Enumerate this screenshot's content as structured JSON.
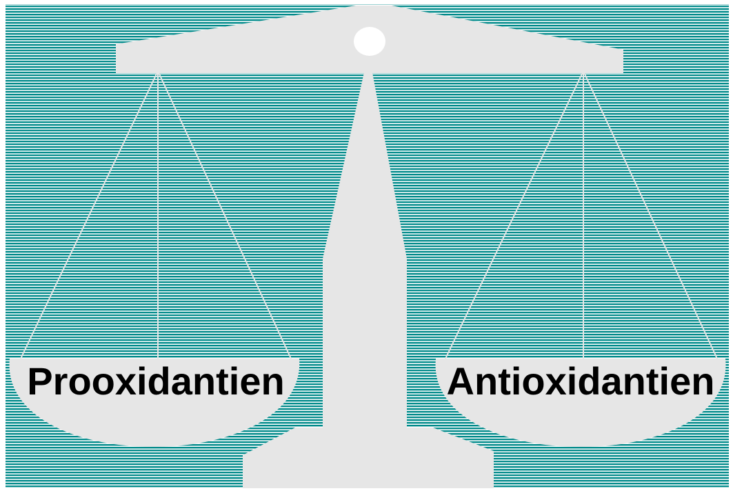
{
  "colors": {
    "background": "#ffffff",
    "stripe": "#008a8a",
    "scale": "#e6e6e6",
    "pivot": "#ffffff",
    "label": "#000000"
  },
  "scale": {
    "left_pan_label": "Prooxidantien",
    "right_pan_label": "Antioxidantien",
    "balance_state": "level"
  }
}
